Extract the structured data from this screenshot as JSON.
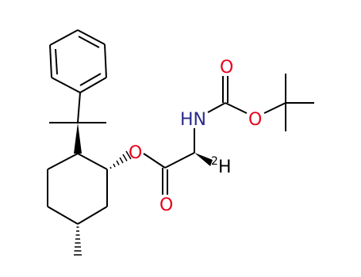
{
  "molecule": {
    "atoms": {
      "carbonyl_o_top": {
        "text": "O"
      },
      "nh": {
        "text": "HN"
      },
      "ester_o_boc": {
        "text": "O"
      },
      "ester_o_menthyl": {
        "text": "O"
      },
      "carbonyl_o_bottom": {
        "text": "O"
      },
      "deuterium_mass": {
        "text": "2"
      },
      "deuterium_h": {
        "text": "H"
      }
    },
    "colors": {
      "oxygen": "#e8001c",
      "nitrogen": "#2a2a8c",
      "carbon": "#000000"
    }
  }
}
